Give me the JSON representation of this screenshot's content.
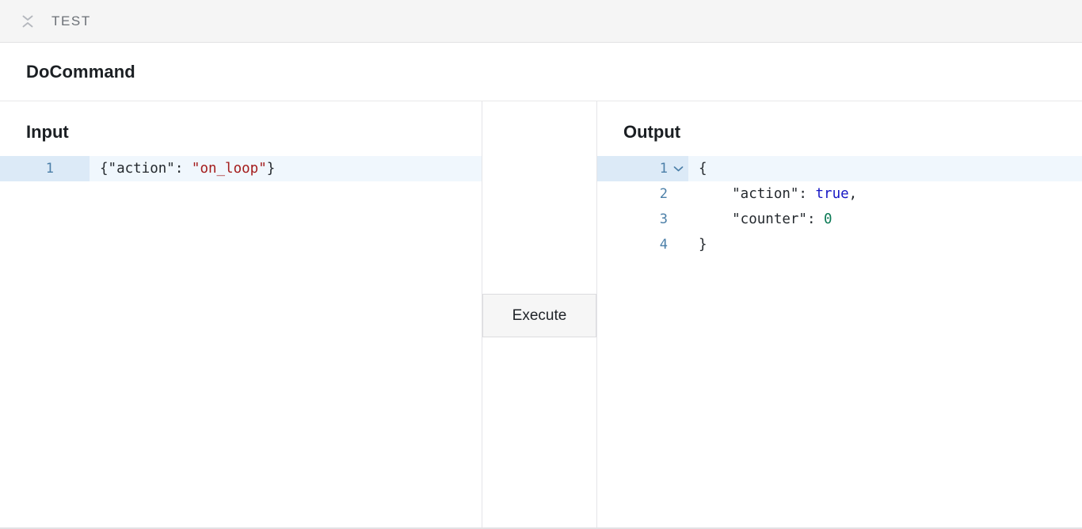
{
  "testbar": {
    "collapse_icon": "collapse-chevrons-icon",
    "label": "TEST"
  },
  "command": {
    "title": "DoCommand"
  },
  "input_panel": {
    "heading": "Input",
    "lines": [
      {
        "number": "1",
        "active": true,
        "tokens": [
          {
            "text": "{\"action\": ",
            "type": "punct"
          },
          {
            "text": "\"on_loop\"",
            "type": "str"
          },
          {
            "text": "}",
            "type": "punct"
          }
        ],
        "plain": "{\"action\": \"on_loop\"}"
      }
    ]
  },
  "middle_panel": {
    "execute_label": "Execute"
  },
  "output_panel": {
    "heading": "Output",
    "lines": [
      {
        "number": "1",
        "active": true,
        "fold_icon": "chevron-down-icon",
        "plain": "{"
      },
      {
        "number": "2",
        "active": false,
        "plain": "    \"action\": true,"
      },
      {
        "number": "3",
        "active": false,
        "plain": "    \"counter\": 0"
      },
      {
        "number": "4",
        "active": false,
        "plain": "}"
      }
    ]
  },
  "colors": {
    "header_bg": "#f5f5f5",
    "border": "#e2e2e4",
    "gutter_number": "#4b7fa8",
    "active_gutter": "#dceaf7",
    "active_line": "#f0f7fd",
    "string": "#a41c1c",
    "boolean": "#1717c4",
    "number": "#0b7a55",
    "button_bg": "#f6f6f6"
  }
}
